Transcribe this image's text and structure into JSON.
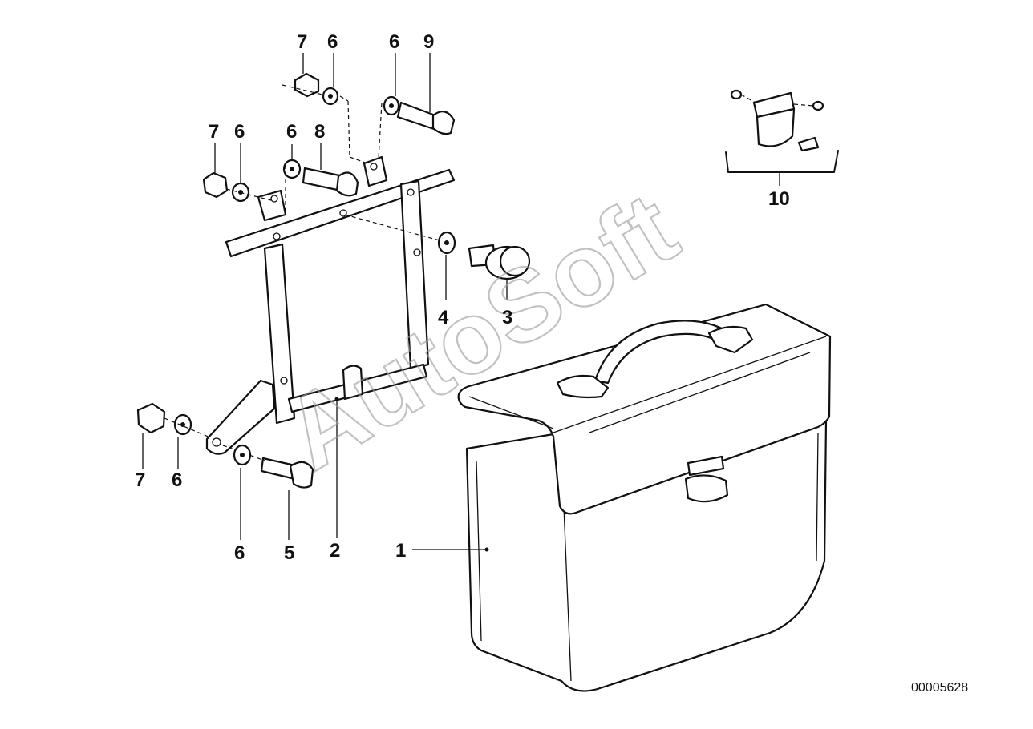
{
  "diagram": {
    "callouts": {
      "c1": "1",
      "c2": "2",
      "c3": "3",
      "c4": "4",
      "c5": "5",
      "c6a": "6",
      "c6b": "6",
      "c6c": "6",
      "c6d": "6",
      "c6e": "6",
      "c6f": "6",
      "c7a": "7",
      "c7b": "7",
      "c7c": "7",
      "c8": "8",
      "c9": "9",
      "c10": "10"
    },
    "watermark": "AutoSoft",
    "part_number": "00005628"
  }
}
